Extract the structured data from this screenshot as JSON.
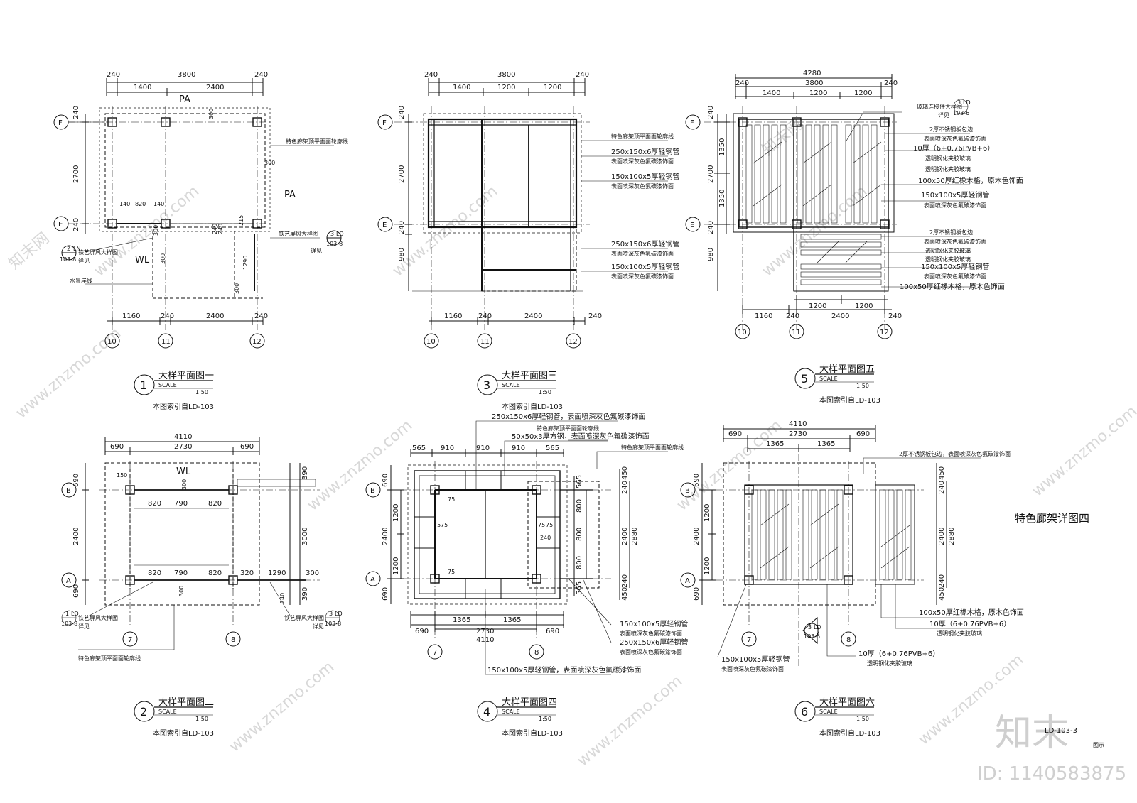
{
  "sheet_title": "特色廊架详图四",
  "sheet_no": "LD-103-3",
  "sheet_label": "图示",
  "watermark": {
    "site": "www.znzmo.com",
    "brand": "知末",
    "brand_net": "知末网",
    "id": "ID: 1140583875"
  },
  "grid_bubbles": {
    "F": "F",
    "E": "E",
    "B": "B",
    "A": "A",
    "g10": "10",
    "g11": "11",
    "g12": "12",
    "g7": "7",
    "g8": "8"
  },
  "plans": [
    {
      "no": "1",
      "title": "大样平面图一",
      "scale_label": "SCALE",
      "scale": "1:50",
      "ref": "本图索引自LD-103",
      "dims_top": [
        "240",
        "3800",
        "240",
        "1400",
        "2400"
      ],
      "dims_bottom": [
        "1160",
        "240",
        "2400",
        "240"
      ],
      "dims_left": [
        "240",
        "2700",
        "240"
      ],
      "dims_misc": [
        "140",
        "820",
        "140",
        "300",
        "300",
        "240",
        "240",
        "300",
        "1290",
        "300",
        "215",
        "300"
      ],
      "labels": [
        "PA",
        "PA",
        "WL",
        "特色廊架顶平面面轮廓线",
        "铁艺屏风大样图",
        "详见",
        "铁艺屏风大样图",
        "详见",
        "水景岸线"
      ],
      "callouts": [
        {
          "num": "2",
          "tag": "LN",
          "ref": "103-8"
        },
        {
          "num": "3",
          "tag": "LD",
          "ref": "103-8"
        }
      ]
    },
    {
      "no": "3",
      "title": "大样平面图三",
      "scale_label": "SCALE",
      "scale": "1:50",
      "ref": "本图索引自LD-103",
      "dims_top": [
        "240",
        "3800",
        "240",
        "1400",
        "1200",
        "1200"
      ],
      "dims_bottom": [
        "1160",
        "240",
        "2400",
        "240"
      ],
      "dims_left": [
        "240",
        "2700",
        "240",
        "980"
      ],
      "labels": [
        "特色廊架顶平面面轮廓线",
        "250x150x6厚轻钢管",
        "表面喷深灰色氟碳漆饰面",
        "150x100x5厚轻钢管",
        "表面喷深灰色氟碳漆饰面",
        "250x150x6厚轻钢管",
        "表面喷深灰色氟碳漆饰面",
        "150x100x5厚轻钢管",
        "表面喷深灰色氟碳漆饰面"
      ]
    },
    {
      "no": "5",
      "title": "大样平面图五",
      "scale_label": "SCALE",
      "scale": "1:50",
      "ref": "本图索引自LD-103",
      "dims_top": [
        "4280",
        "240",
        "3800",
        "240",
        "1400",
        "1200",
        "1200"
      ],
      "dims_bottom": [
        "1160",
        "240",
        "1200",
        "2400",
        "1200",
        "240"
      ],
      "dims_left": [
        "240",
        "1350",
        "2700",
        "1350",
        "240",
        "980"
      ],
      "labels": [
        "玻璃连接件大样图",
        "详见",
        "2厚不锈钢板包边",
        "表面喷深灰色氟碳漆饰面",
        "10厚（6+0.76PVB+6）",
        "透明钢化夹胶玻璃",
        "透明钢化夹胶玻璃",
        "100x50厚红橡木格，原木色饰面",
        "150x100x5厚轻钢管",
        "表面喷深灰色氟碳漆饰面",
        "2厚不锈钢板包边",
        "表面喷深灰色氟碳漆饰面",
        "透明钢化夹胶玻璃",
        "透明钢化夹胶玻璃",
        "150x100x5厚轻钢管",
        "表面喷深灰色氟碳漆饰面",
        "100x50厚红橡木格，原木色饰面"
      ],
      "callouts": [
        {
          "num": "3",
          "tag": "LD",
          "ref": "103-6"
        }
      ]
    },
    {
      "no": "2",
      "title": "大样平面图二",
      "scale_label": "SCALE",
      "scale": "1:50",
      "ref": "本图索引自LD-103",
      "dims_top": [
        "4110",
        "690",
        "2730",
        "690"
      ],
      "dims_left": [
        "690",
        "2400",
        "690"
      ],
      "dims_right": [
        "390",
        "3000",
        "390"
      ],
      "dims_misc": [
        "150",
        "300",
        "820",
        "790",
        "820",
        "820",
        "790",
        "820",
        "320",
        "1290",
        "300",
        "300",
        "240"
      ],
      "labels": [
        "WL",
        "铁艺屏风大样图",
        "详见",
        "铁艺屏风大样图",
        "详见",
        "特色廊架顶平面面轮廓线"
      ],
      "callouts": [
        {
          "num": "1",
          "tag": "LD",
          "ref": "103-8"
        },
        {
          "num": "3",
          "tag": "LD",
          "ref": "103-8"
        }
      ]
    },
    {
      "no": "4",
      "title": "大样平面图四",
      "scale_label": "SCALE",
      "scale": "1:50",
      "ref": "本图索引自LD-103",
      "dims_top": [
        "565",
        "910",
        "910",
        "910",
        "565"
      ],
      "dims_bottom": [
        "1365",
        "1365",
        "690",
        "2730",
        "690",
        "4110"
      ],
      "dims_left": [
        "690",
        "1200",
        "2400",
        "1200",
        "690"
      ],
      "dims_right": [
        "565",
        "800",
        "800",
        "800",
        "565",
        "450",
        "240",
        "2400",
        "2880",
        "240",
        "450"
      ],
      "dims_misc": [
        "75",
        "75",
        "75",
        "75",
        "75",
        "75",
        "240"
      ],
      "labels": [
        "250x150x6厚轻钢管，表面喷深灰色氟碳漆饰面",
        "特色廊架顶平面面轮廓线",
        "50x50x3厚方钢，表面喷深灰色氟碳漆饰面",
        "特色廊架顶平面面轮廓线",
        "150x100x5厚轻钢管",
        "表面喷深灰色氟碳漆饰面",
        "250x150x6厚轻钢管",
        "表面喷深灰色氟碳漆饰面",
        "150x100x5厚轻钢管，表面喷深灰色氟碳漆饰面"
      ]
    },
    {
      "no": "6",
      "title": "大样平面图六",
      "scale_label": "SCALE",
      "scale": "1:50",
      "ref": "本图索引自LD-103",
      "dims_top": [
        "4110",
        "690",
        "2730",
        "690",
        "1365",
        "1365"
      ],
      "dims_left": [
        "690",
        "1200",
        "2400",
        "1200",
        "690"
      ],
      "dims_right": [
        "450",
        "240",
        "2400",
        "2880",
        "240",
        "450"
      ],
      "labels": [
        "2厚不锈钢板包边，表面喷深灰色氟碳漆饰面",
        "100x50厚红橡木格，原木色饰面",
        "10厚（6+0.76PVB+6）",
        "透明钢化夹胶玻璃",
        "150x100x5厚轻钢管",
        "表面喷深灰色氟碳漆饰面",
        "10厚（6+0.76PVB+6）",
        "透明钢化夹胶玻璃"
      ],
      "callouts": [
        {
          "num": "3",
          "tag": "LD",
          "ref": "103-5"
        }
      ]
    }
  ]
}
